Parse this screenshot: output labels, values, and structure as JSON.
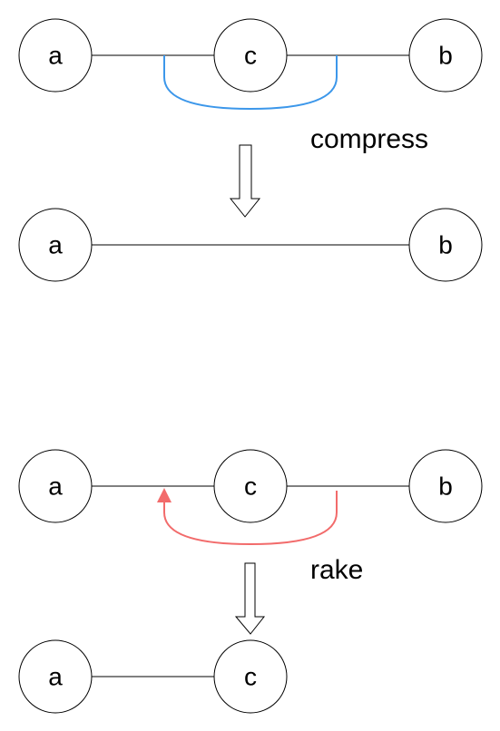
{
  "colors": {
    "compress_curve": "#3c97ea",
    "rake_curve": "#f26b6b"
  },
  "compress": {
    "label": "compress",
    "before": {
      "left": "a",
      "middle": "c",
      "right": "b"
    },
    "after": {
      "left": "a",
      "right": "b"
    }
  },
  "rake": {
    "label": "rake",
    "before": {
      "left": "a",
      "middle": "c",
      "right": "b"
    },
    "after": {
      "left": "a",
      "right": "c"
    }
  }
}
